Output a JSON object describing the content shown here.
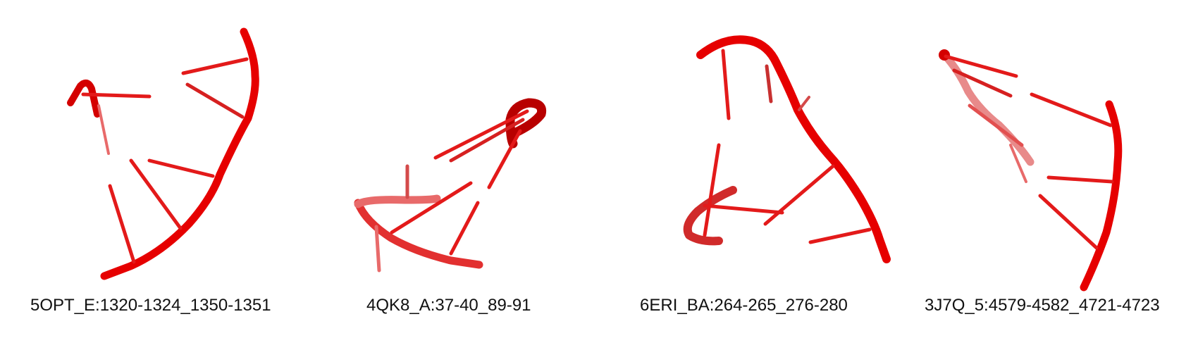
{
  "panels": [
    {
      "label": "5OPT_E:1320-1324_1350-1351"
    },
    {
      "label": "4QK8_A:37-40_89-91"
    },
    {
      "label": "6ERI_BA:264-265_276-280"
    },
    {
      "label": "3J7Q_5:4579-4582_4721-4723"
    }
  ],
  "colors": {
    "backbone": "#e60000",
    "backbone_dark": "#8a0000",
    "rung": "#e31a1a",
    "rung_faded": "#e86a6a"
  }
}
